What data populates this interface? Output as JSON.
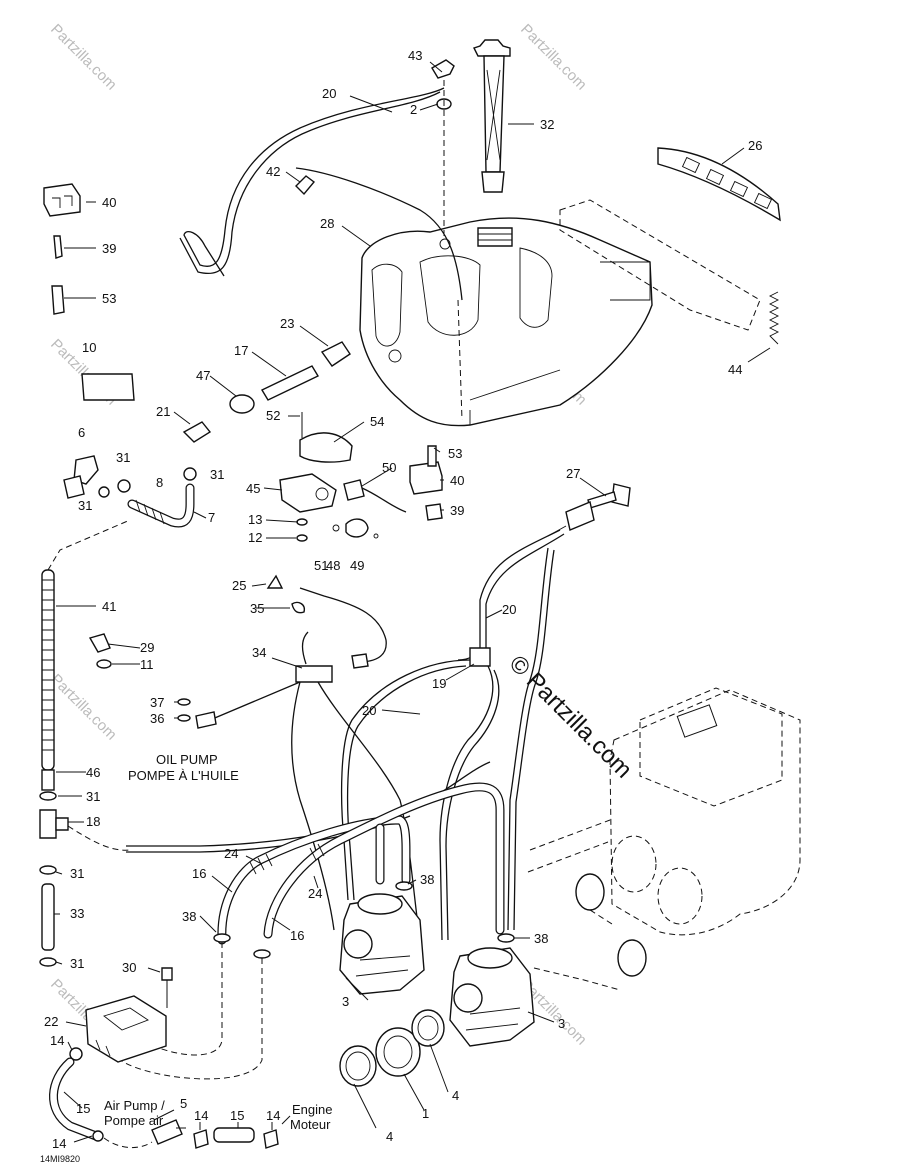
{
  "diagram": {
    "code": "14MI9820",
    "watermark": "Partzilla.com",
    "watermark_main": "© Partzilla.com",
    "captions": {
      "oil_pump_en": "OIL PUMP",
      "oil_pump_fr": "POMPE À L'HUILE",
      "air_pump_en": "Air Pump /",
      "air_pump_fr": "Pompe air",
      "engine_en": "Engine",
      "engine_fr": "Moteur"
    },
    "callouts": [
      "43",
      "2",
      "20",
      "32",
      "42",
      "28",
      "26",
      "40",
      "39",
      "53",
      "23",
      "17",
      "47",
      "10",
      "44",
      "21",
      "52",
      "54",
      "6",
      "31",
      "31",
      "53",
      "50",
      "40",
      "45",
      "8",
      "7",
      "31",
      "13",
      "12",
      "51",
      "48",
      "49",
      "39",
      "27",
      "25",
      "35",
      "41",
      "20",
      "29",
      "11",
      "34",
      "19",
      "37",
      "36",
      "20",
      "46",
      "31",
      "18",
      "31",
      "24",
      "16",
      "38",
      "24",
      "16",
      "33",
      "38",
      "31",
      "30",
      "3",
      "38",
      "22",
      "14",
      "3",
      "4",
      "15",
      "1",
      "14",
      "5",
      "15",
      "14",
      "4",
      "14"
    ]
  }
}
